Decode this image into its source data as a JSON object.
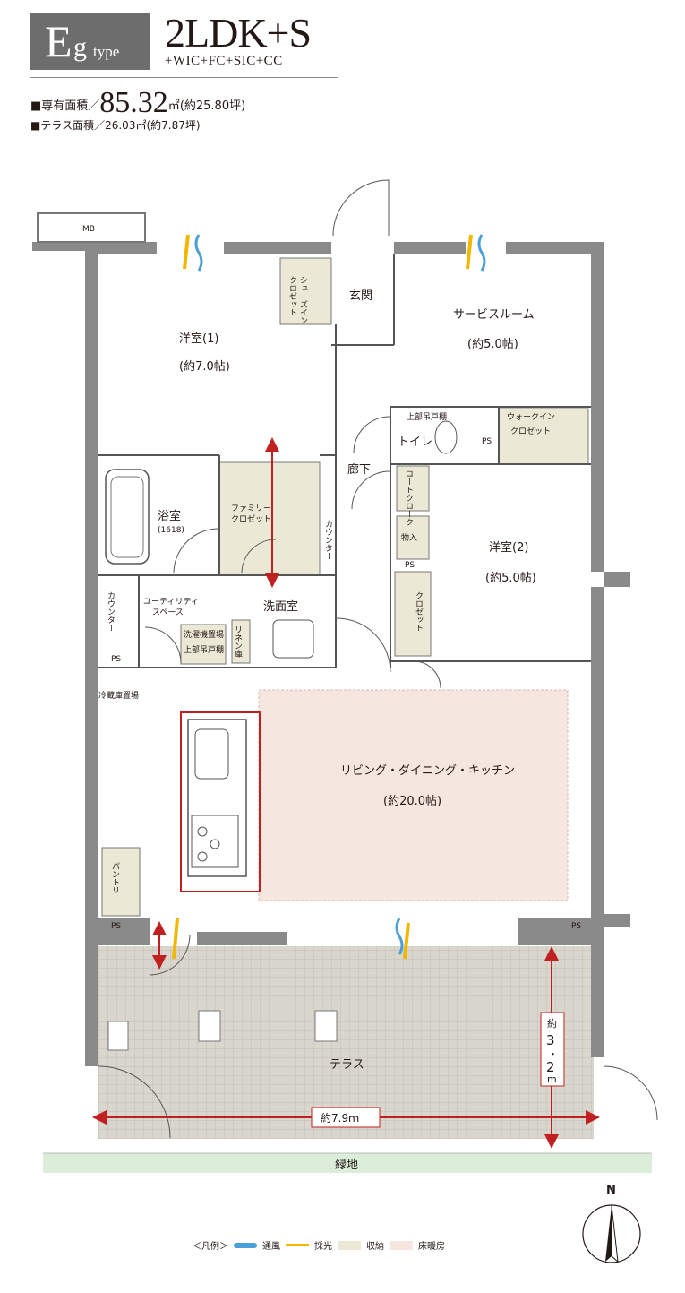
{
  "header": {
    "type_letter": "E",
    "type_sub": "g",
    "type_word": "type",
    "plan": "2LDK+S",
    "plan_extra": "+WIC+FC+SIC+CC",
    "area_prefix": "■専有面積／",
    "area_value": "85.32",
    "area_unit": "㎡",
    "area_tsubo": "(約25.80坪)",
    "terrace_text": "■テラス面積／26.03㎡(約7.87坪)"
  },
  "rooms": {
    "mb": "MB",
    "western1": "洋室(1)",
    "western1_size": "(約7.0帖)",
    "entrance": "玄関",
    "shoes_in": "シューズイン",
    "shoes_closet": "クロゼット",
    "service_room": "サービスルーム",
    "service_size": "(約5.0帖)",
    "upper_cabinet": "上部吊戸棚",
    "walk_in_1": "ウォークイン",
    "walk_in_2": "クロゼット",
    "ps": "PS",
    "toilet": "トイレ",
    "corridor": "廊下",
    "coat_cloak": "コートクローク",
    "storage": "物入",
    "western2": "洋室(2)",
    "western2_size": "(約5.0帖)",
    "closet": "クロゼット",
    "bath": "浴室",
    "bath_size": "(1618)",
    "family_1": "ファミリー",
    "family_2": "クロゼット",
    "counter": "カウンター",
    "utility_1": "ユーティリティ",
    "utility_2": "スペース",
    "washroom": "洗面室",
    "washer": "洗濯機置場",
    "upper_cabinet2": "上部吊戸棚",
    "linen": "リネン庫",
    "fridge": "冷蔵庫置場",
    "ldk": "リビング・ダイニング・キッチン",
    "ldk_size": "(約20.0帖)",
    "pantry": "パントリー",
    "terrace": "テラス",
    "green": "緑地"
  },
  "dimensions": {
    "width": "約7.9ｍ",
    "depth_1": "約",
    "depth_2": "3",
    "depth_3": "・",
    "depth_4": "2",
    "depth_5": "m"
  },
  "compass": {
    "north": "N"
  },
  "legend": {
    "title": "＜凡例＞",
    "wind": "通風",
    "light": "採光",
    "storage": "収納",
    "floor_heating": "床暖房"
  },
  "colors": {
    "wall": "#8a8a8a",
    "storage_fill": "#ece8d6",
    "floor_heat_fill": "#f6e6e0",
    "wind": "#4a9fd8",
    "light": "#f2b800",
    "arrow": "#c0201f",
    "terrace_tile": "#d8d5cc",
    "green": "#dbeeda"
  }
}
